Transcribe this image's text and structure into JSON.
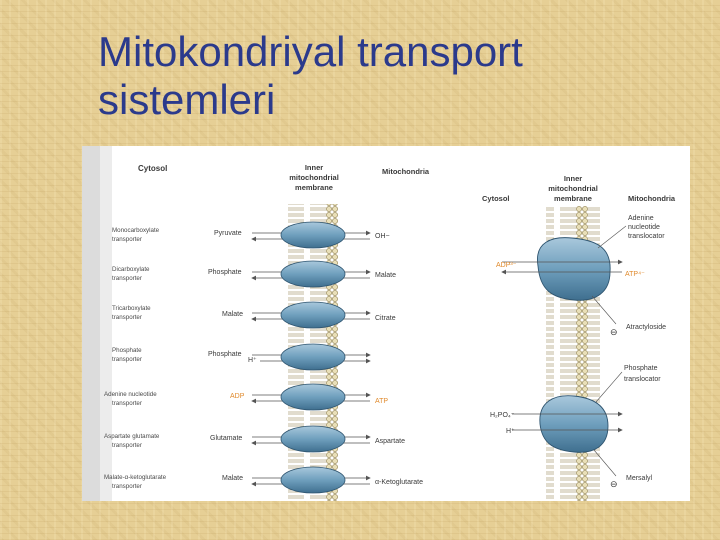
{
  "title": {
    "line1": "Mitokondriyal transport",
    "line2": "sistemleri"
  },
  "left_panel": {
    "header_cytosol": "Cytosol",
    "header_membrane": [
      "Inner",
      "mitochondrial",
      "membrane"
    ],
    "header_mito": "Mitochondria",
    "rows": [
      {
        "transporter": [
          "Monocarboxylate",
          "transporter"
        ],
        "in": "Pyruvate",
        "out": "OH−"
      },
      {
        "transporter": [
          "Dicarboxylate",
          "transporter"
        ],
        "in": "Phosphate",
        "out": "Malate"
      },
      {
        "transporter": [
          "Tricarboxylate",
          "transporter"
        ],
        "in": "Malate",
        "out": "Citrate"
      },
      {
        "transporter": [
          "Phosphate",
          "transporter"
        ],
        "in": "Phosphate",
        "in_extra": "H⁺",
        "out": ""
      },
      {
        "transporter": [
          "Adenine nucleotide",
          "transporter"
        ],
        "in": "ADP",
        "out": "ATP"
      },
      {
        "transporter": [
          "Aspartate glutamate",
          "transporter"
        ],
        "in": "Glutamate",
        "out": "Aspartate"
      },
      {
        "transporter": [
          "Malate-α-ketoglutarate",
          "transporter"
        ],
        "in": "Malate",
        "out": "α-Ketoglutarate"
      }
    ]
  },
  "right_panel": {
    "header_cytosol": "Cytosol",
    "header_membrane": [
      "Inner",
      "mitochondrial",
      "membrane"
    ],
    "header_mito": "Mitochondria",
    "adenine_label": [
      "Adenine",
      "nucleotide",
      "translocator"
    ],
    "adp": "ADP³⁻",
    "atp": "ATP⁴⁻",
    "atractyloside": "Atractyloside",
    "phosphate_label": [
      "Phosphate",
      "translocator"
    ],
    "h2po4": "H₂PO₄⁻",
    "hplus": "H⁺",
    "mersalyl": "Mersalyl",
    "inhibitor_symbol": "⊖"
  },
  "colors": {
    "title": "#2b3a8c",
    "protein": "#6f9fbd",
    "adenine_text": "#e08a2c",
    "label": "#3a3a3a"
  }
}
